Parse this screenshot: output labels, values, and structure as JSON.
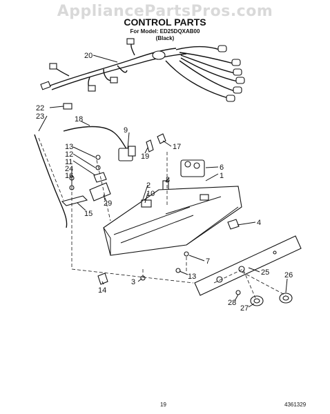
{
  "watermark": "AppliancePartsPros.com",
  "header": {
    "title": "CONTROL PARTS",
    "model_line": "For Model: ED25DQXAB00",
    "color_line": "(Black)"
  },
  "callouts": [
    "20",
    "22",
    "23",
    "18",
    "9",
    "17",
    "13",
    "12",
    "11",
    "24",
    "16",
    "19",
    "6",
    "1",
    "8",
    "2",
    "10",
    "29",
    "15",
    "4",
    "7",
    "13",
    "3",
    "14",
    "25",
    "26",
    "28",
    "27"
  ],
  "footer": {
    "page": "19",
    "doc_number": "4361329"
  }
}
